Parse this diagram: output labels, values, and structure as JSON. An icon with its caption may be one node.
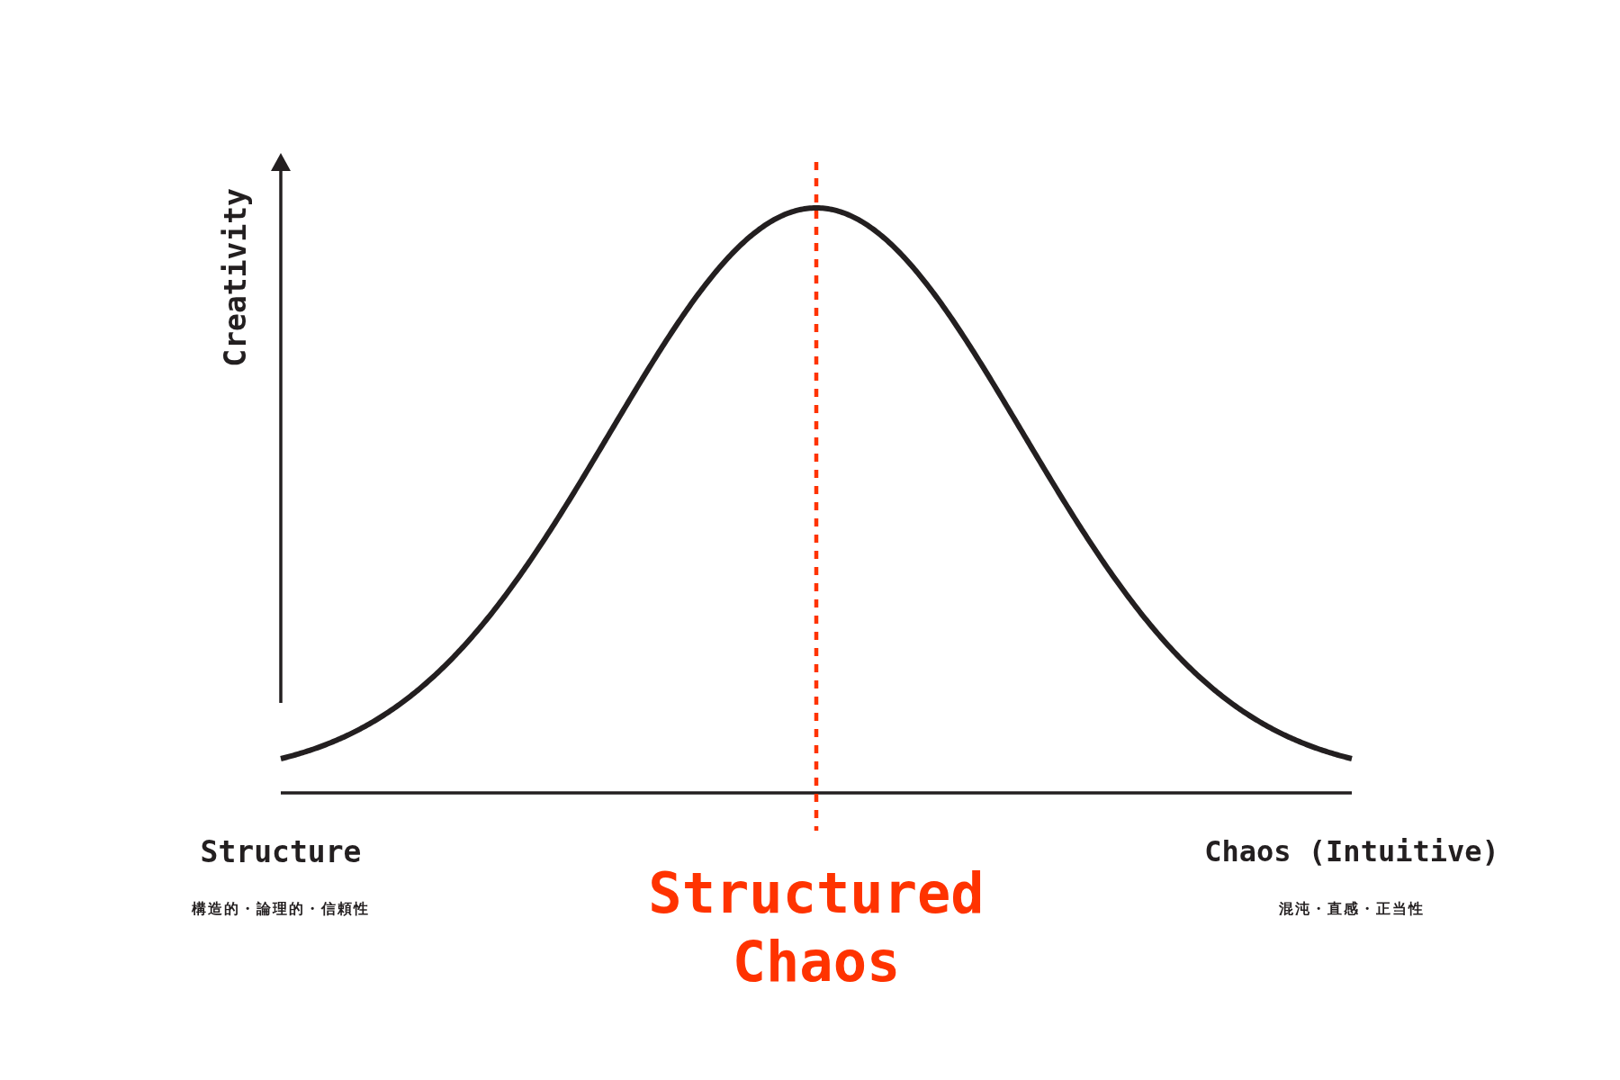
{
  "diagram": {
    "labels": [
      "Creativity",
      "Structure",
      "Chaos (Intuitive)",
      "Structured Chaos",
      "構造的・論理的・信頼性",
      "混沌・直感・正当性"
    ]
  }
}
